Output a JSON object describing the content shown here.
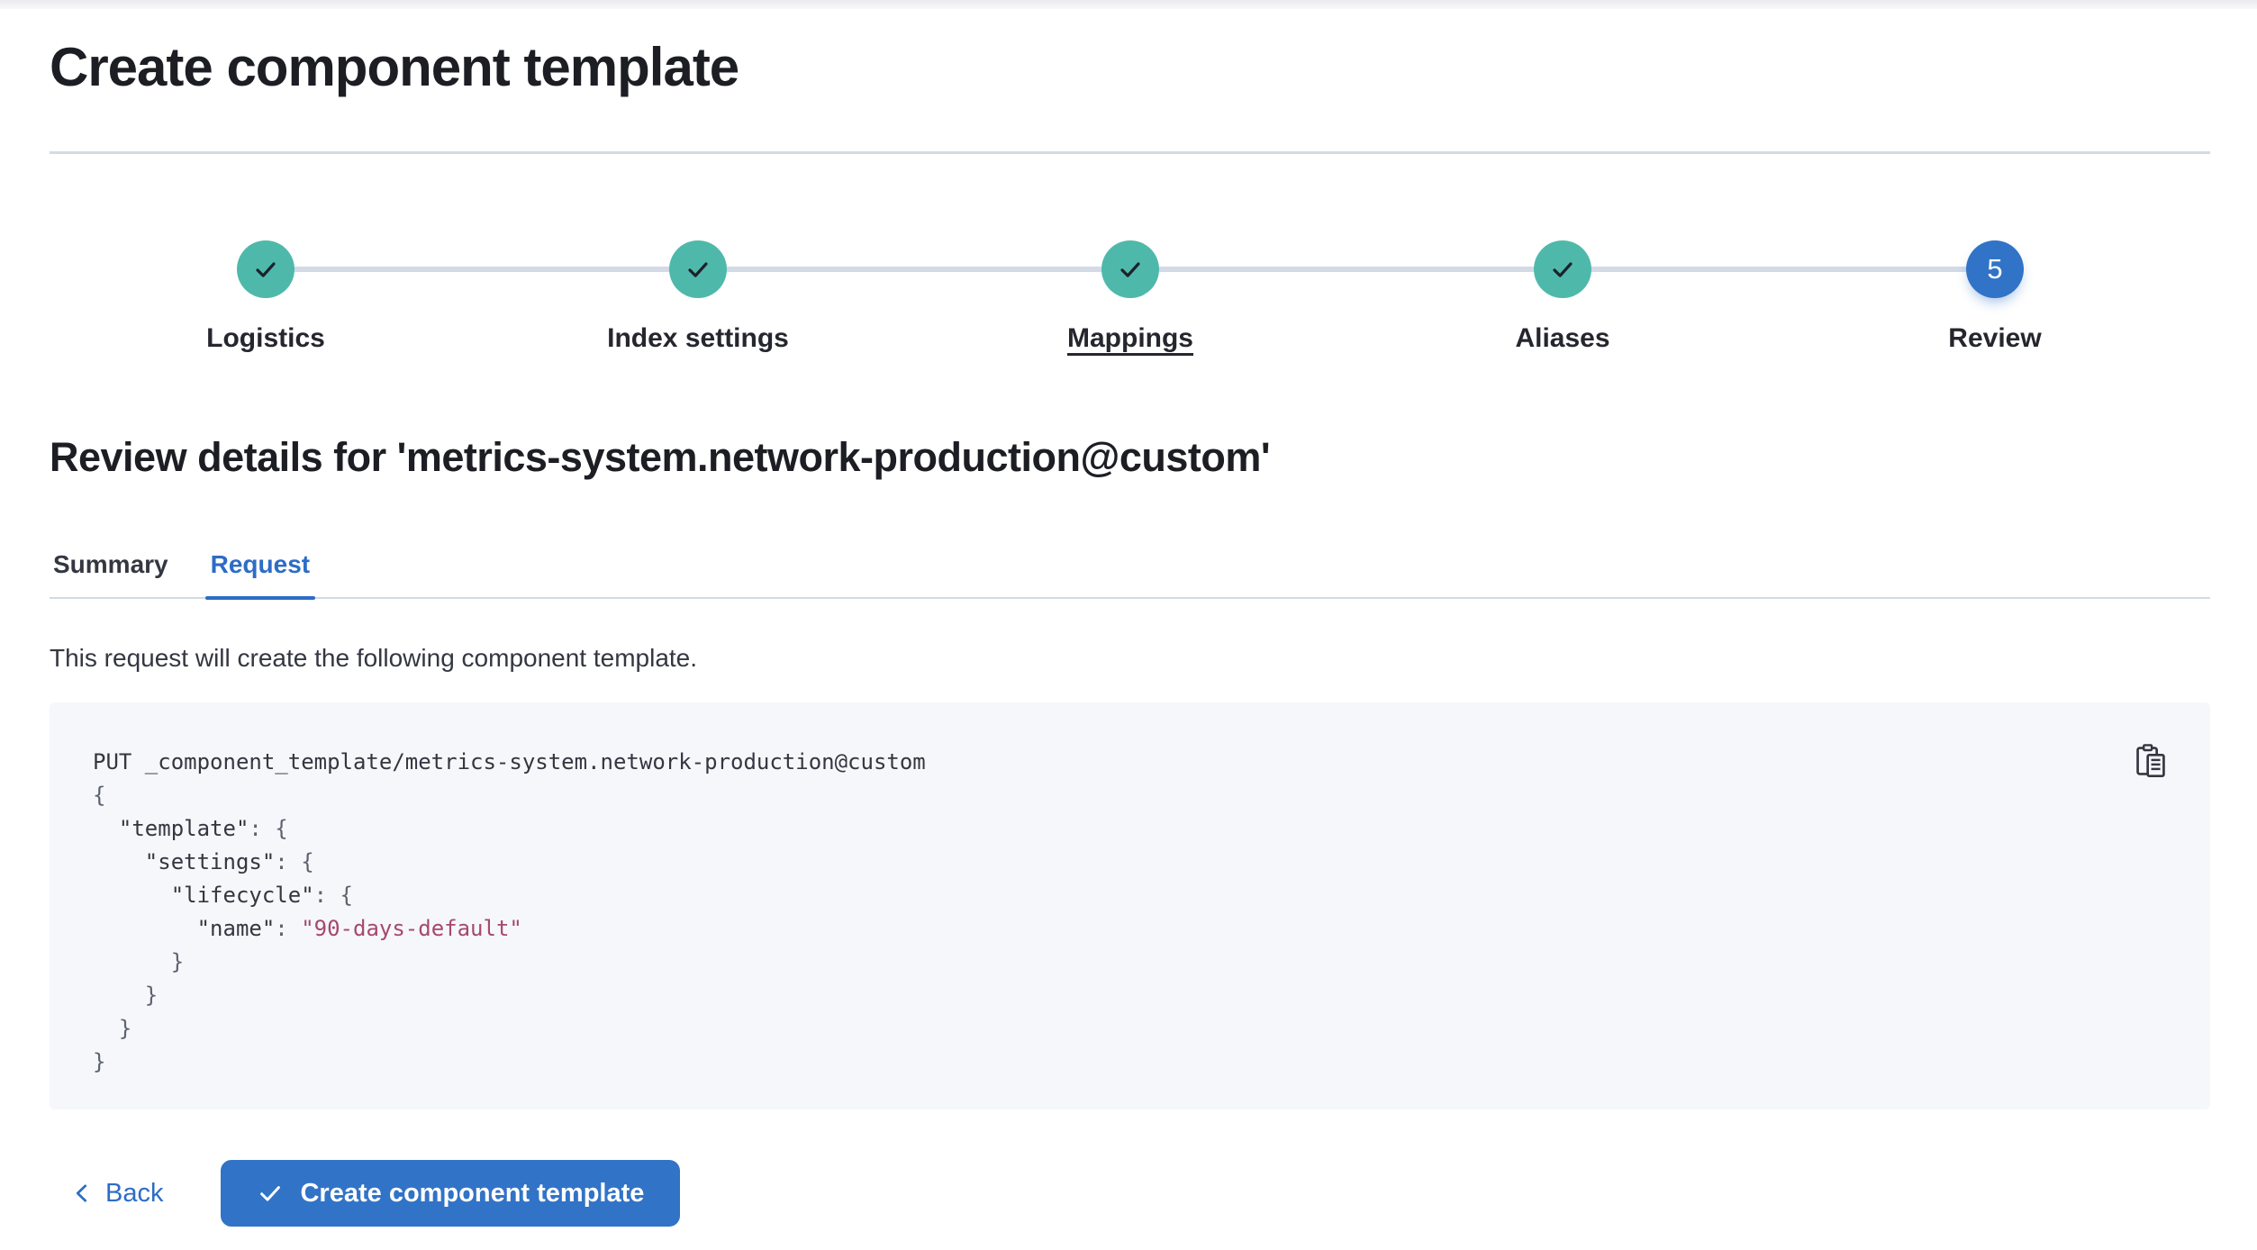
{
  "page": {
    "title": "Create component template"
  },
  "stepper": {
    "steps": [
      {
        "label": "Logistics",
        "status": "complete",
        "underlined": false
      },
      {
        "label": "Index settings",
        "status": "complete",
        "underlined": false
      },
      {
        "label": "Mappings",
        "status": "complete",
        "underlined": true
      },
      {
        "label": "Aliases",
        "status": "complete",
        "underlined": false
      },
      {
        "label": "Review",
        "status": "current",
        "number": "5",
        "underlined": false
      }
    ]
  },
  "review": {
    "heading": "Review details for 'metrics-system.network-production@custom'",
    "tabs": [
      {
        "label": "Summary",
        "active": false
      },
      {
        "label": "Request",
        "active": true
      }
    ],
    "description": "This request will create the following component template."
  },
  "code": {
    "lines": [
      [
        [
          "PUT _component_template/metrics-system.network-production@custom",
          "plain"
        ]
      ],
      [
        [
          "{",
          "punct"
        ]
      ],
      [
        [
          "  ",
          "plain"
        ],
        [
          "\"template\"",
          "key"
        ],
        [
          ": {",
          "punct"
        ]
      ],
      [
        [
          "    ",
          "plain"
        ],
        [
          "\"settings\"",
          "key"
        ],
        [
          ": {",
          "punct"
        ]
      ],
      [
        [
          "      ",
          "plain"
        ],
        [
          "\"lifecycle\"",
          "key"
        ],
        [
          ": {",
          "punct"
        ]
      ],
      [
        [
          "        ",
          "plain"
        ],
        [
          "\"name\"",
          "key"
        ],
        [
          ": ",
          "punct"
        ],
        [
          "\"90-days-default\"",
          "string"
        ]
      ],
      [
        [
          "      }",
          "punct"
        ]
      ],
      [
        [
          "    }",
          "punct"
        ]
      ],
      [
        [
          "  }",
          "punct"
        ]
      ],
      [
        [
          "}",
          "punct"
        ]
      ]
    ]
  },
  "footer": {
    "back_label": "Back",
    "create_label": "Create component template"
  },
  "icons": {
    "step_complete": "check-icon",
    "copy": "clipboard-copy-icon",
    "back": "chevron-left-icon",
    "create": "check-icon"
  },
  "colors": {
    "accent_blue": "#3173C7",
    "link_blue": "#2D6CC6",
    "success_teal": "#4EB9AB",
    "divider_grey": "#D3DAE6",
    "code_background": "#F6F7FA",
    "code_text": "#343741",
    "code_punctuation": "#5C6270",
    "code_string": "#A6496B",
    "heading_text": "#1C1E24",
    "body_text": "#343741"
  }
}
